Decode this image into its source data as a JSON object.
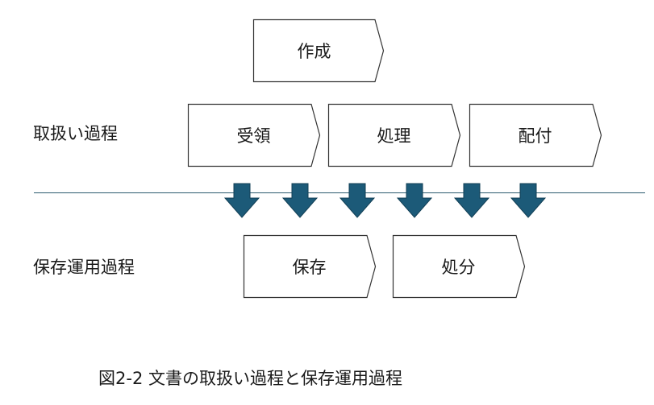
{
  "row_labels": {
    "handling": "取扱い過程",
    "storage": "保存運用過程"
  },
  "boxes": {
    "create": "作成",
    "receive": "受領",
    "process": "処理",
    "distribute": "配付",
    "preserve": "保存",
    "dispose": "処分"
  },
  "caption": "図2-2 文書の取扱い過程と保存運用過程",
  "colors": {
    "arrow": "#1c5a78",
    "arrow_stroke": "#123f55",
    "divider": "#2b5a6e",
    "box_stroke": "#333333"
  }
}
